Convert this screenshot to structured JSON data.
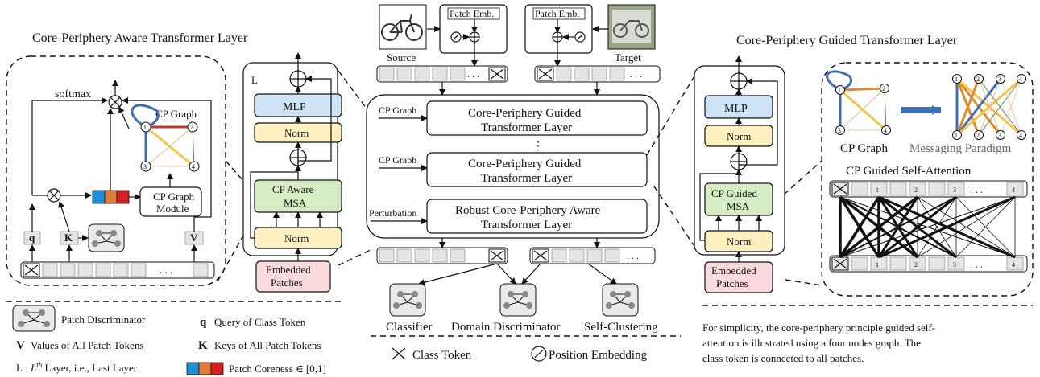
{
  "left": {
    "title": "Core-Periphery Aware Transformer Layer",
    "softmax": "softmax",
    "cp_graph": "CP Graph",
    "cp_graph_module_1": "CP Graph",
    "cp_graph_module_2": "Module",
    "q": "q",
    "k": "K",
    "v": "V",
    "nodes": [
      "1",
      "2",
      "3",
      "4"
    ],
    "dots": ". . ."
  },
  "left_layer": {
    "L": "L",
    "mlp": "MLP",
    "norm_top": "Norm",
    "msa_1": "CP Aware",
    "msa_2": "MSA",
    "norm_bottom": "Norm",
    "embedded_1": "Embedded",
    "embedded_2": "Patches"
  },
  "center": {
    "source": "Source",
    "target": "Target",
    "patch_emb_left": "Patch Emb.",
    "patch_emb_right": "Patch Emb.",
    "cp_graph_1": "CP Graph",
    "cp_graph_2": "CP Graph",
    "perturbation": "Perturbation",
    "layer1_1": "Core-Periphery Guided",
    "layer1_2": "Transformer Layer",
    "layer2_1": "Core-Periphery Guided",
    "layer2_2": "Transformer Layer",
    "layer3_1": "Robust Core-Periphery Aware",
    "layer3_2": "Transformer Layer",
    "vdots": "⋮",
    "classifier": "Classifier",
    "domain_discriminator": "Domain Discriminator",
    "self_clustering": "Self-Clustering",
    "dots": ". . ."
  },
  "right_layer": {
    "mlp": "MLP",
    "norm_top": "Norm",
    "msa_1": "CP Guided",
    "msa_2": "MSA",
    "norm_bottom": "Norm",
    "embedded_1": "Embedded",
    "embedded_2": "Patches"
  },
  "right": {
    "title": "Core-Periphery Guided Transformer Layer",
    "cp_graph": "CP Graph",
    "messaging": "Messaging Paradigm",
    "self_attention": "CP Guided Self-Attention",
    "nodes": [
      "1",
      "2",
      "3",
      "4"
    ],
    "dots": ". . ."
  },
  "legend": {
    "patch_discriminator": "Patch Discriminator",
    "q_sym": "q",
    "q_desc": "Query of Class Token",
    "v_sym": "V",
    "v_desc": "Values of All Patch Tokens",
    "k_sym": "K",
    "k_desc": "Keys of All Patch Tokens",
    "l_sym": "L",
    "l_desc_pre": "L",
    "l_desc_sup": "th",
    "l_desc_post": " Layer, i.e., Last Layer",
    "coreness": "Patch Coreness ∈ [0,1]",
    "class_token": "Class Token",
    "position_embedding": "Position Embedding"
  },
  "note": {
    "line1": "For simplicity, the core-periphery principle guided self-",
    "line2": "attention is illustrated using a four nodes graph. The",
    "line3": "class token is connected to all patches."
  },
  "colors": {
    "mlp": "#cfe3f7",
    "norm": "#fdf1c2",
    "msa": "#d5ecc4",
    "embedded": "#fadadd",
    "edge_orange": "#e08a2c",
    "edge_blue": "#3e6fb3",
    "edge_yellow": "#f3c64b",
    "edge_red": "#c0392b",
    "edge_green": "#5a8a4a",
    "coreness": [
      "#1e90d6",
      "#e07b3a",
      "#d42020"
    ]
  }
}
